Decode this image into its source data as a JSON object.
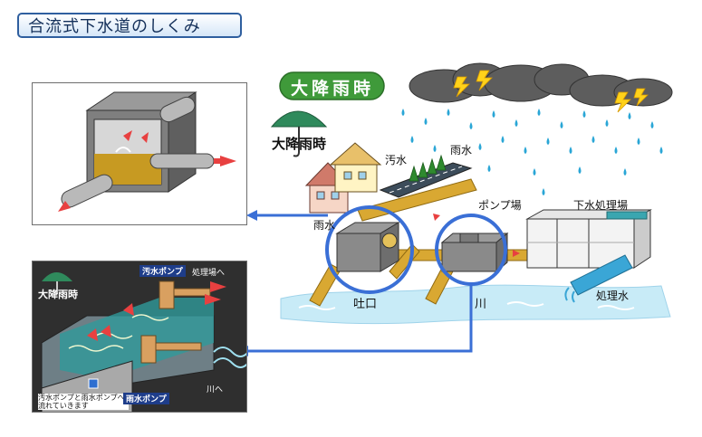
{
  "title": "合流式下水道のしくみ",
  "badge": "大降雨時",
  "labels": {
    "umbrella_main": "大降雨時",
    "sewage": "汚水",
    "rainwater": "雨水",
    "pump_station": "ポンプ場",
    "treatment_plant": "下水処理場",
    "rain_label": "雨水",
    "outlet": "吐口",
    "river": "川",
    "treated_water": "処理水"
  },
  "inset_bottom": {
    "umbrella": "大降雨時",
    "sewage_pump": "汚水ポンプ",
    "to_plant": "処理場へ",
    "note": "汚水ポンプと雨水ポンプへ流れていきます",
    "rain_pump": "雨水ポンプ",
    "to_river": "川へ"
  },
  "colors": {
    "pipe": "#d9a832",
    "sky_cloud": "#5c5c5c",
    "rain": "#29a8d8",
    "badge_green": "#3f9a3a",
    "arrow_blue": "#2f6fd0",
    "water": "#bfe6f5"
  }
}
